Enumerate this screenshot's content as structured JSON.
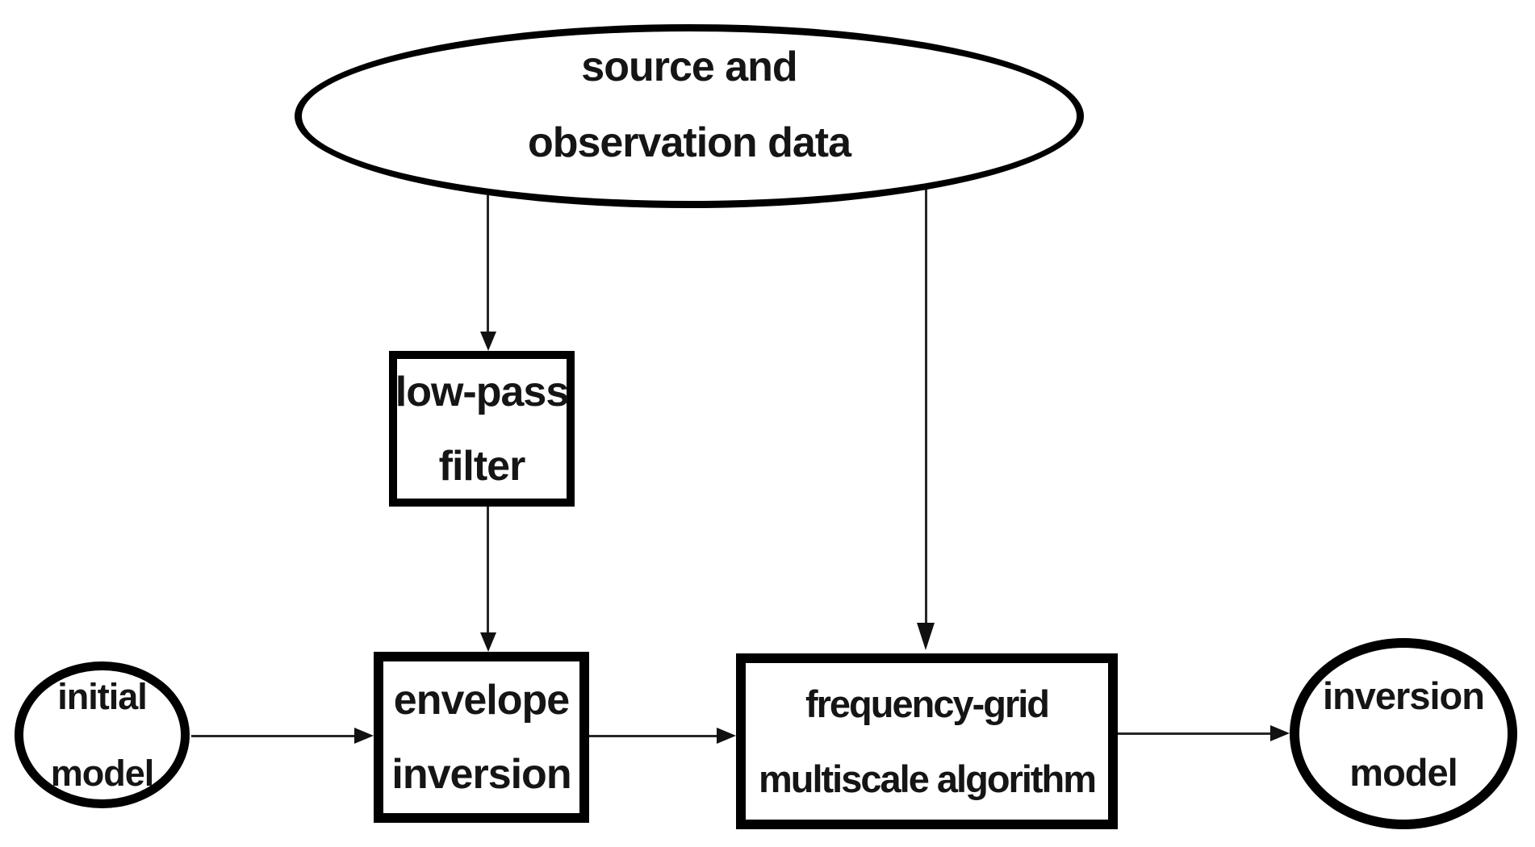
{
  "diagram": {
    "title": "frequency-grid multiscale inversion workflow flowchart",
    "background_color": "#ffffff",
    "node_border_color": "#000000",
    "arrow_color": "#262626",
    "nodes": [
      {
        "id": "source-data",
        "shape": "ellipse",
        "line1": "source and",
        "line2": "observation data"
      },
      {
        "id": "low-pass-filter",
        "shape": "rect",
        "line1": "low-pass",
        "line2": "filter"
      },
      {
        "id": "envelope-inversion",
        "shape": "rect",
        "line1": "envelope",
        "line2": "inversion"
      },
      {
        "id": "frequency-grid-multiscale-algorithm",
        "shape": "rect",
        "line1": "frequency-grid",
        "line2": "multiscale algorithm"
      },
      {
        "id": "initial-model",
        "shape": "ellipse",
        "line1": "initial",
        "line2": "model"
      },
      {
        "id": "inversion-model",
        "shape": "ellipse",
        "line1": "inversion",
        "line2": "model"
      }
    ],
    "edges": [
      {
        "from": "source-data",
        "to": "low-pass-filter",
        "direction": "down"
      },
      {
        "from": "low-pass-filter",
        "to": "envelope-inversion",
        "direction": "down"
      },
      {
        "from": "initial-model",
        "to": "envelope-inversion",
        "direction": "right"
      },
      {
        "from": "envelope-inversion",
        "to": "frequency-grid-multiscale-algorithm",
        "direction": "right"
      },
      {
        "from": "source-data",
        "to": "frequency-grid-multiscale-algorithm",
        "direction": "down"
      },
      {
        "from": "frequency-grid-multiscale-algorithm",
        "to": "inversion-model",
        "direction": "right"
      }
    ]
  }
}
